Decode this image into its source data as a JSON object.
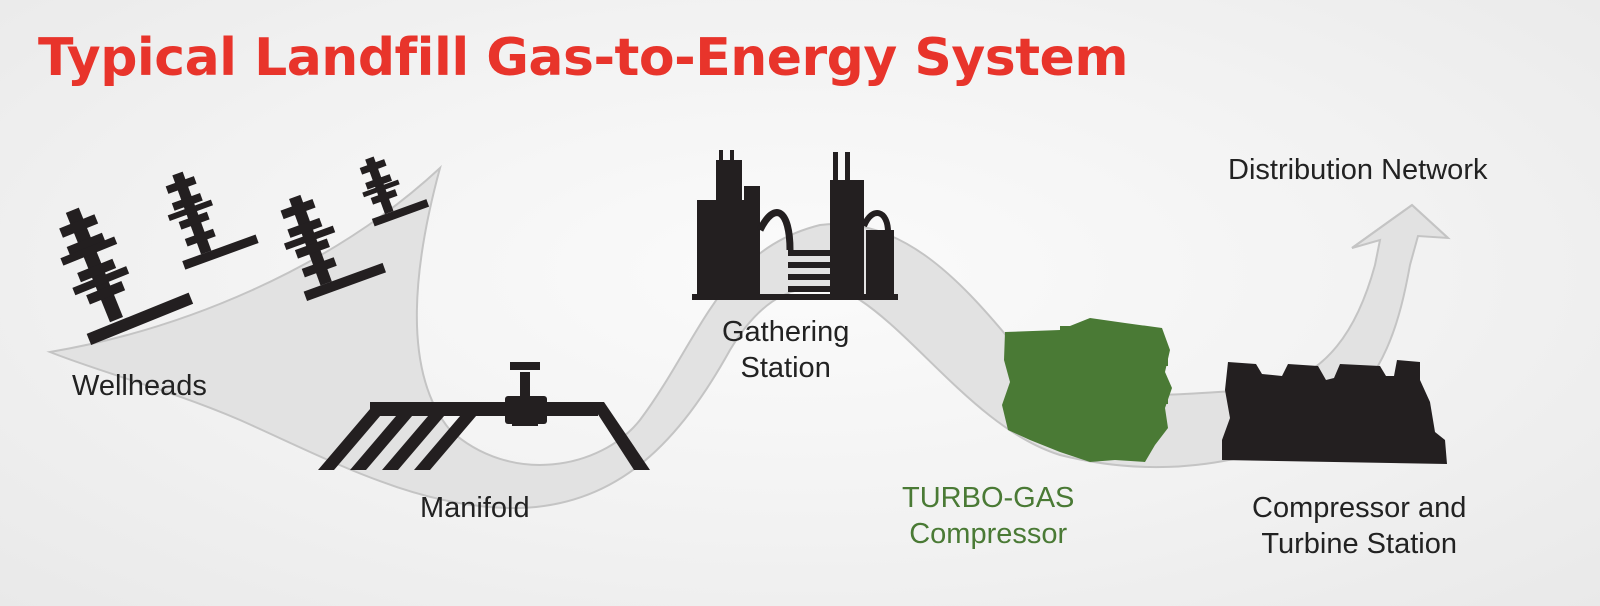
{
  "title": "Typical Landfill Gas-to-Energy System",
  "labels": {
    "wellheads": "Wellheads",
    "manifold": "Manifold",
    "gathering_line1": "Gathering",
    "gathering_line2": "Station",
    "turbo_line1": "TURBO-GAS",
    "turbo_line2": "Compressor",
    "compressor_line1": "Compressor and",
    "compressor_line2": "Turbine Station",
    "distribution": "Distribution Network"
  },
  "colors": {
    "title": "#e8342b",
    "equipment": "#231f20",
    "turbo_gas": "#4a7a35",
    "flow_band": "#e2e2e2",
    "flow_outline": "#c4c4c4",
    "label_text": "#222222"
  }
}
